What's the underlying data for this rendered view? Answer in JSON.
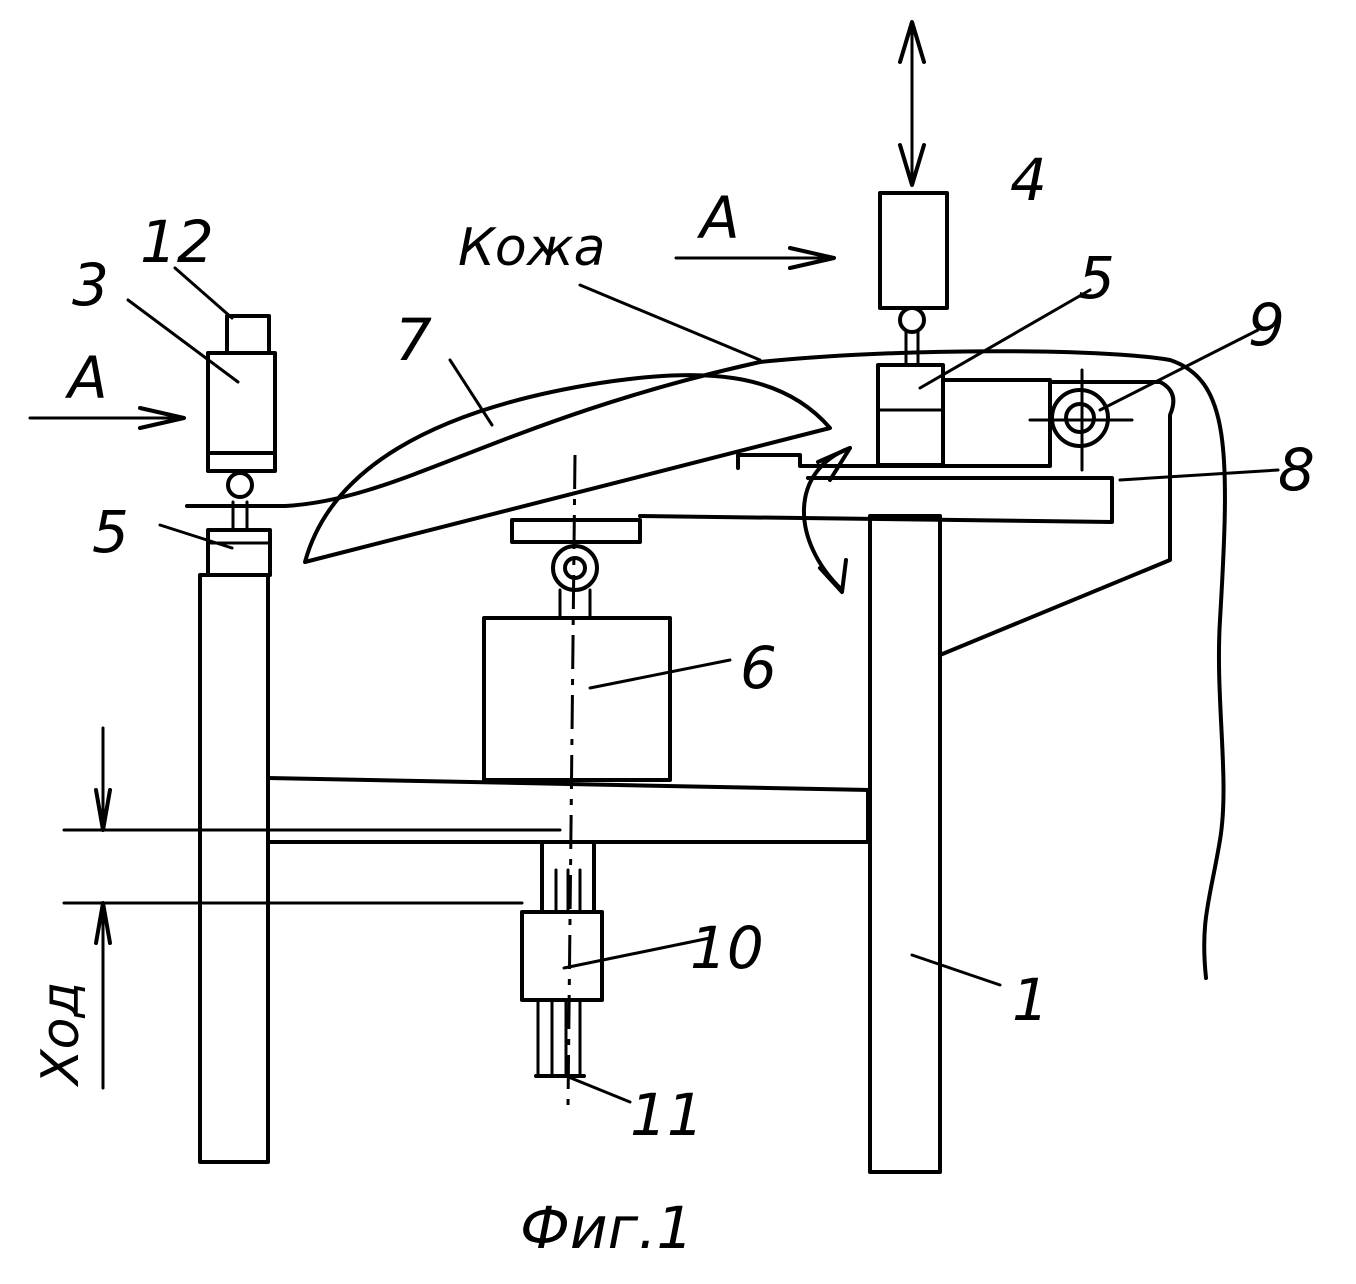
{
  "figure": {
    "caption": "Фиг.1",
    "material_label": "Кожа",
    "stroke_label": "Ход",
    "view_arrow_left": "A",
    "view_arrow_right": "A"
  },
  "callouts": {
    "frame": "1",
    "left_cylinder": "3",
    "top_cylinder": "4",
    "left_clamp": "5",
    "right_clamp": "5",
    "lift_cylinder": "6",
    "last": "7",
    "lever": "8",
    "pivot": "9",
    "guide": "10",
    "rods": "11",
    "cap": "12"
  }
}
